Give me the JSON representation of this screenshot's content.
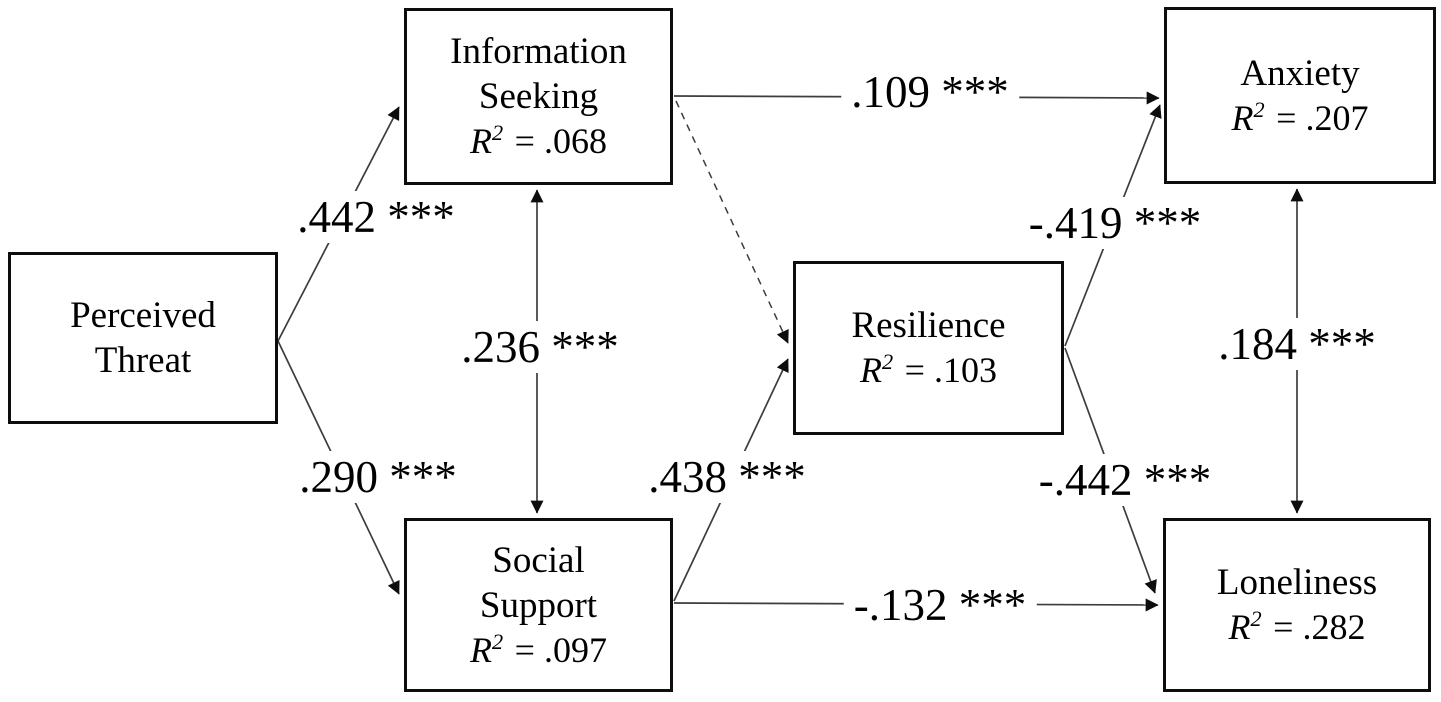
{
  "diagram": {
    "type": "sem-path-diagram",
    "background": "#ffffff",
    "line_color": "#3d3d3d",
    "box_border_color": "#0d0d0d",
    "text_color": "#000000"
  },
  "nodes": {
    "perceived_threat": {
      "title1": "Perceived",
      "title2": "Threat"
    },
    "information_seeking": {
      "title1": "Information",
      "title2": "Seeking",
      "r": "R",
      "sup": "2",
      "eq": "= .068"
    },
    "social_support": {
      "title1": "Social",
      "title2": "Support",
      "r": "R",
      "sup": "2",
      "eq": "= .097"
    },
    "resilience": {
      "title1": "Resilience",
      "r": "R",
      "sup": "2",
      "eq": "= .103"
    },
    "anxiety": {
      "title1": "Anxiety",
      "r": "R",
      "sup": "2",
      "eq": "= .207"
    },
    "loneliness": {
      "title1": "Loneliness",
      "r": "R",
      "sup": "2",
      "eq": "= .282"
    }
  },
  "edges": [
    {
      "from": "Perceived Threat",
      "to": "Information Seeking",
      "coefficient": ".442",
      "significance": "***",
      "display": ".442 ***",
      "style": "solid",
      "arrow": "single"
    },
    {
      "from": "Perceived Threat",
      "to": "Social Support",
      "coefficient": ".290",
      "significance": "***",
      "display": ".290 ***",
      "style": "solid",
      "arrow": "single"
    },
    {
      "from": "Information Seeking",
      "to": "Social Support",
      "coefficient": ".236",
      "significance": "***",
      "display": ".236 ***",
      "style": "solid",
      "arrow": "double"
    },
    {
      "from": "Information Seeking",
      "to": "Anxiety",
      "coefficient": ".109",
      "significance": "***",
      "display": ".109 ***",
      "style": "solid",
      "arrow": "single"
    },
    {
      "from": "Information Seeking",
      "to": "Resilience",
      "coefficient": "",
      "significance": "ns",
      "display": "",
      "style": "dashed",
      "arrow": "single"
    },
    {
      "from": "Social Support",
      "to": "Resilience",
      "coefficient": ".438",
      "significance": "***",
      "display": ".438 ***",
      "style": "solid",
      "arrow": "single"
    },
    {
      "from": "Social Support",
      "to": "Loneliness",
      "coefficient": "-.132",
      "significance": "***",
      "display": "-.132 ***",
      "style": "solid",
      "arrow": "single"
    },
    {
      "from": "Resilience",
      "to": "Anxiety",
      "coefficient": "-.419",
      "significance": "***",
      "display": "-.419 ***",
      "style": "solid",
      "arrow": "single"
    },
    {
      "from": "Resilience",
      "to": "Loneliness",
      "coefficient": "-.442",
      "significance": "***",
      "display": "-.442 ***",
      "style": "solid",
      "arrow": "single"
    },
    {
      "from": "Anxiety",
      "to": "Loneliness",
      "coefficient": ".184",
      "significance": "***",
      "display": ".184 ***",
      "style": "solid",
      "arrow": "double"
    }
  ]
}
